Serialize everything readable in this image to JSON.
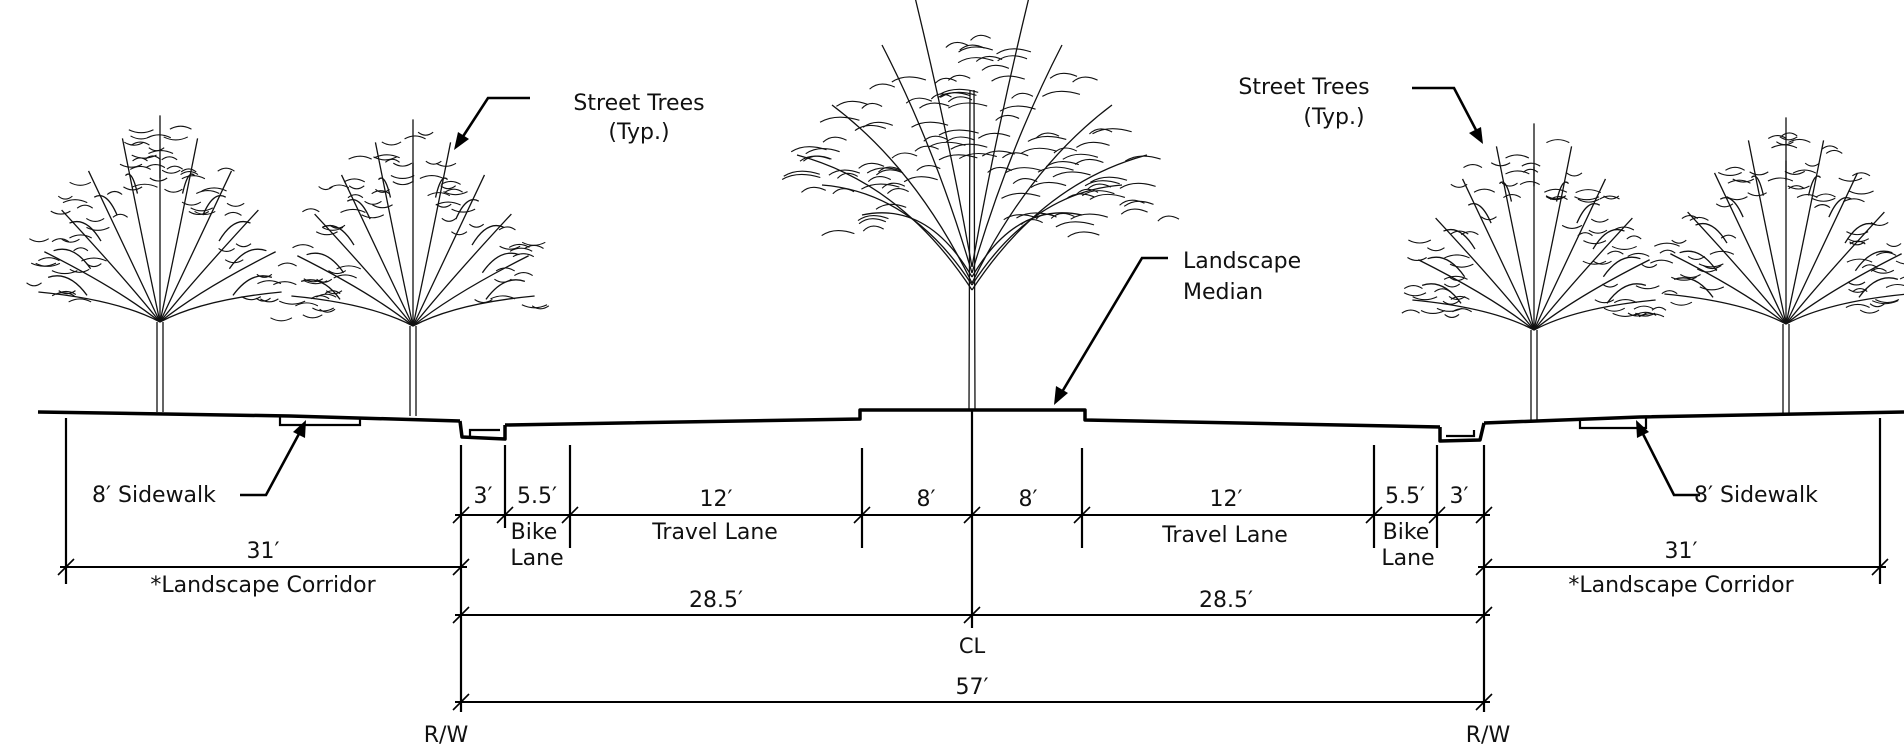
{
  "callouts": {
    "street_trees_left": [
      "Street Trees",
      "(Typ.)"
    ],
    "street_trees_right": [
      "Street Trees",
      "(Typ.)"
    ],
    "landscape_median": [
      "Landscape",
      "Median"
    ],
    "sidewalk_left": "8′ Sidewalk",
    "sidewalk_right": "8′ Sidewalk"
  },
  "dimensions": {
    "curb_left": "3′",
    "bike_left": "5.5′",
    "travel_left": "12′",
    "median_left": "8′",
    "median_right": "8′",
    "travel_right": "12′",
    "bike_right": "5.5′",
    "curb_right": "3′",
    "corridor_left": "31′",
    "corridor_right": "31′",
    "half_left": "28.5′",
    "half_right": "28.5′",
    "total": "57′"
  },
  "zone_labels": {
    "bike_lane_left": [
      "Bike",
      "Lane"
    ],
    "bike_lane_right": [
      "Bike",
      "Lane"
    ],
    "travel_lane_left": "Travel Lane",
    "travel_lane_right": "Travel Lane",
    "landscape_corridor_left": "*Landscape Corridor",
    "landscape_corridor_right": "*Landscape Corridor"
  },
  "markers": {
    "centerline": "CL",
    "row_left": "R/W",
    "row_right": "R/W"
  }
}
